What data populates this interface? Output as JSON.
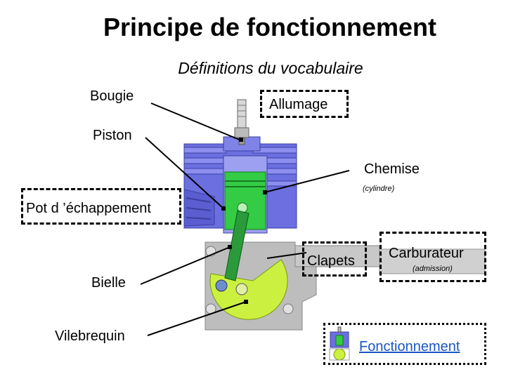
{
  "title": "Principe de fonctionnement",
  "subtitle": "Définitions du vocabulaire",
  "labels": {
    "bougie": "Bougie",
    "allumage": "Allumage",
    "piston": "Piston",
    "chemise": "Chemise",
    "cylindre": "(cylindre)",
    "pot": "Pot d ’échappement",
    "clapets": "Clapets",
    "carburateur": "Carburateur",
    "admission": "(admission)",
    "bielle": "Bielle",
    "vilebrequin": "Vilebrequin",
    "fonctionnement": "Fonctionnement"
  },
  "colors": {
    "cylinder_blue": "#6b6fe0",
    "piston_green": "#33cc44",
    "crank_lime": "#ccf040",
    "casing_grey": "#bfbfbf",
    "link_blue": "#1a56c4"
  }
}
